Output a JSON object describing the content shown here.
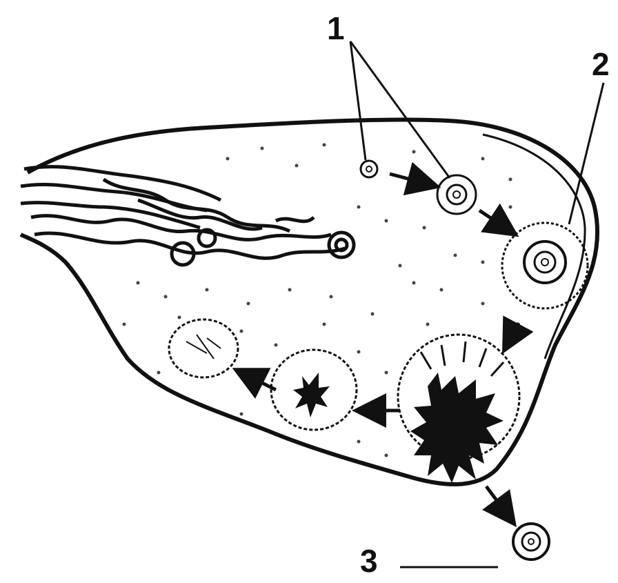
{
  "labels": {
    "one": "1",
    "two": "2",
    "three": "3"
  },
  "colors": {
    "ink": "#111111",
    "paper": "#ffffff",
    "stipple": "#444444"
  }
}
